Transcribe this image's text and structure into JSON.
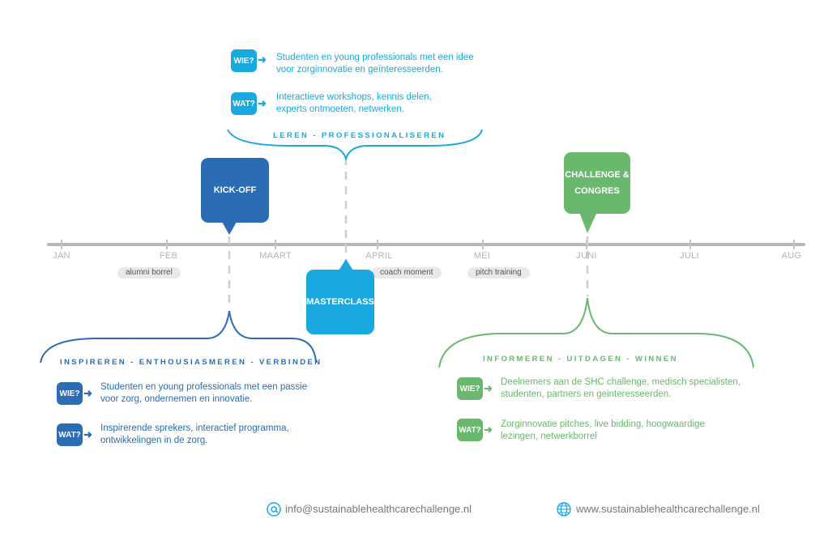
{
  "timeline": {
    "months": [
      "JAN",
      "FEB",
      "MAART",
      "APRIL",
      "MEI",
      "JUNI",
      "JULI",
      "AUG"
    ],
    "events": [
      "alumni borrel",
      "coach moment",
      "pitch training"
    ]
  },
  "bubbles": {
    "kickoff": "KICK-OFF",
    "masterclass": "MASTERCLASS",
    "challenge_line1": "CHALLENGE &",
    "challenge_line2": "CONGRES"
  },
  "leren": {
    "heading": "LEREN - PROFESSIONALISEREN",
    "wie_badge": "WIE?",
    "wie_text": "Studenten en young professionals met een idee voor zorginnovatie en geïnteresseerden.",
    "wat_badge": "WAT?",
    "wat_text": "Interactieve workshops, kennis delen, experts ontmoeten, netwerken."
  },
  "inspireren": {
    "heading": "INSPIREREN - ENTHOUSIASMEREN - VERBINDEN",
    "wie_badge": "WIE?",
    "wie_text": "Studenten en young professionals met een passie voor zorg, ondernemen en innovatie.",
    "wat_badge": "WAT?",
    "wat_text": "Inspirerende sprekers, interactief programma, ontwikkelingen in de zorg."
  },
  "informeren": {
    "heading": "INFORMEREN - UITDAGEN - WINNEN",
    "wie_badge": "WIE?",
    "wie_text": "Deelnemers aan de SHC challenge, medisch specialisten, studenten, partners en geinteresseerden.",
    "wat_badge": "WAT?",
    "wat_text": "Zorginnovatie pitches, live bidding, hoogwaardige lezingen, netwerkborrel"
  },
  "footer": {
    "email": "info@sustainablehealthcarechallenge.nl",
    "website": "www.sustainablehealthcarechallenge.nl"
  },
  "colors": {
    "dark_blue": "#2a6db5",
    "light_blue": "#1aa9df",
    "green": "#6ab86e",
    "timeline_gray": "#b8b8b8"
  }
}
